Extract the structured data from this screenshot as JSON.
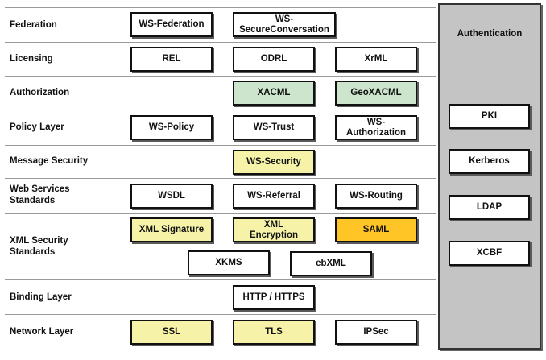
{
  "colors": {
    "white": "#ffffff",
    "green": "#cce5cc",
    "yellow": "#f6f2a8",
    "orange": "#ffc526",
    "panel": "#c4c4c4"
  },
  "layers": [
    {
      "label": "Federation"
    },
    {
      "label": "Licensing"
    },
    {
      "label": "Authorization"
    },
    {
      "label": "Policy Layer"
    },
    {
      "label": "Message Security"
    },
    {
      "label": "Web Services\nStandards"
    },
    {
      "label": "XML Security\nStandards"
    },
    {
      "label": "Binding Layer"
    },
    {
      "label": "Network Layer"
    }
  ],
  "standards": [
    {
      "text": "WS-Federation",
      "color": "white"
    },
    {
      "text": "WS-\nSecureConversation",
      "color": "white"
    },
    {
      "text": "REL",
      "color": "white"
    },
    {
      "text": "ODRL",
      "color": "white"
    },
    {
      "text": "XrML",
      "color": "white"
    },
    {
      "text": "XACML",
      "color": "green"
    },
    {
      "text": "GeoXACML",
      "color": "green"
    },
    {
      "text": "WS-Policy",
      "color": "white"
    },
    {
      "text": "WS-Trust",
      "color": "white"
    },
    {
      "text": "WS-\nAuthorization",
      "color": "white"
    },
    {
      "text": "WS-Security",
      "color": "yellow"
    },
    {
      "text": "WSDL",
      "color": "white"
    },
    {
      "text": "WS-Referral",
      "color": "white"
    },
    {
      "text": "WS-Routing",
      "color": "white"
    },
    {
      "text": "XML Signature",
      "color": "yellow"
    },
    {
      "text": "XML\nEncryption",
      "color": "yellow"
    },
    {
      "text": "SAML",
      "color": "orange"
    },
    {
      "text": "XKMS",
      "color": "white"
    },
    {
      "text": "ebXML",
      "color": "white"
    },
    {
      "text": "HTTP / HTTPS",
      "color": "white"
    },
    {
      "text": "SSL",
      "color": "yellow"
    },
    {
      "text": "TLS",
      "color": "yellow"
    },
    {
      "text": "IPSec",
      "color": "white"
    }
  ],
  "authentication": {
    "title": "Authentication",
    "items": [
      {
        "text": "PKI"
      },
      {
        "text": "Kerberos"
      },
      {
        "text": "LDAP"
      },
      {
        "text": "XCBF"
      }
    ]
  }
}
